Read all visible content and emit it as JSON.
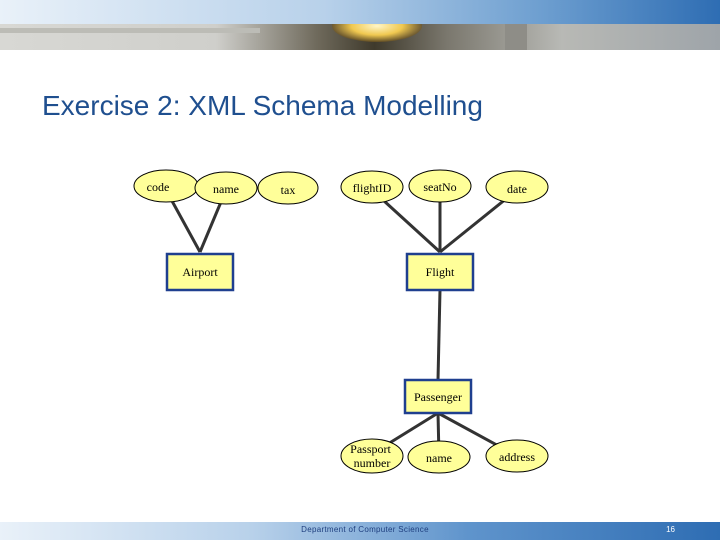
{
  "slide": {
    "title": "Exercise 2: XML Schema Modelling"
  },
  "diagram": {
    "entities": [
      {
        "id": "airport",
        "label": "Airport"
      },
      {
        "id": "flight",
        "label": "Flight"
      },
      {
        "id": "passenger",
        "label": "Passenger"
      }
    ],
    "attributes": [
      {
        "id": "code",
        "label": "code",
        "of": "airport"
      },
      {
        "id": "airport-name",
        "label": "name",
        "of": "airport"
      },
      {
        "id": "tax",
        "label": "tax",
        "of": "none"
      },
      {
        "id": "flightid",
        "label": "flightID",
        "of": "flight"
      },
      {
        "id": "seatno",
        "label": "seatNo",
        "of": "flight"
      },
      {
        "id": "date",
        "label": "date",
        "of": "flight"
      },
      {
        "id": "passport",
        "label": [
          "Passport",
          "number"
        ],
        "of": "passenger"
      },
      {
        "id": "passenger-name",
        "label": "name",
        "of": "passenger"
      },
      {
        "id": "address",
        "label": "address",
        "of": "passenger"
      }
    ]
  },
  "footer": {
    "department": "Department of Computer Science",
    "page_number": "16"
  },
  "colors": {
    "title": "#1f4f8f",
    "node_fill": "#ffff99",
    "entity_border": "#1f3f8f"
  }
}
